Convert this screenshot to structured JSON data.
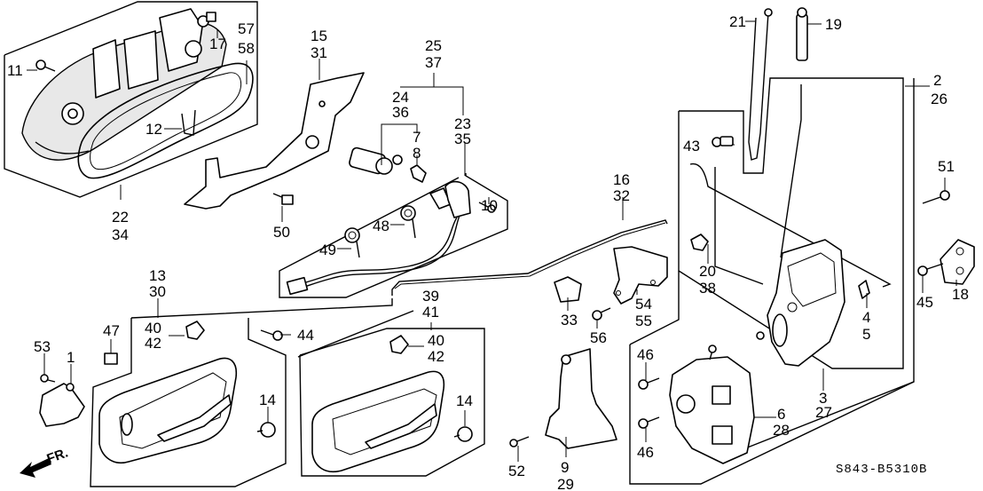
{
  "diagram": {
    "title": "Door lock / handle assembly parts diagram",
    "code": "S843-B5310B",
    "direction_label": "FR.",
    "labels": {
      "p1": "1",
      "p2": "2",
      "p26": "26",
      "p3": "3",
      "p27": "27",
      "p4": "4",
      "p5": "5",
      "p6": "6",
      "p28": "28",
      "p7": "7",
      "p8": "8",
      "p9": "9",
      "p29": "29",
      "p10": "10",
      "p11": "11",
      "p12": "12",
      "p13": "13",
      "p30": "30",
      "p14a": "14",
      "p14b": "14",
      "p15": "15",
      "p31": "31",
      "p16": "16",
      "p32": "32",
      "p17": "17",
      "p18": "18",
      "p19": "19",
      "p20": "20",
      "p38": "38",
      "p21": "21",
      "p22": "22",
      "p34": "34",
      "p23": "23",
      "p35": "35",
      "p24": "24",
      "p36": "36",
      "p25": "25",
      "p37": "37",
      "p33": "33",
      "p39": "39",
      "p41": "41",
      "p40a": "40",
      "p42a": "42",
      "p40b": "40",
      "p42b": "42",
      "p43": "43",
      "p44": "44",
      "p45": "45",
      "p46a": "46",
      "p46b": "46",
      "p47": "47",
      "p48": "48",
      "p49": "49",
      "p50": "50",
      "p51": "51",
      "p52": "52",
      "p53": "53",
      "p54": "54",
      "p55": "55",
      "p56": "56",
      "p57": "57",
      "p58": "58"
    }
  }
}
